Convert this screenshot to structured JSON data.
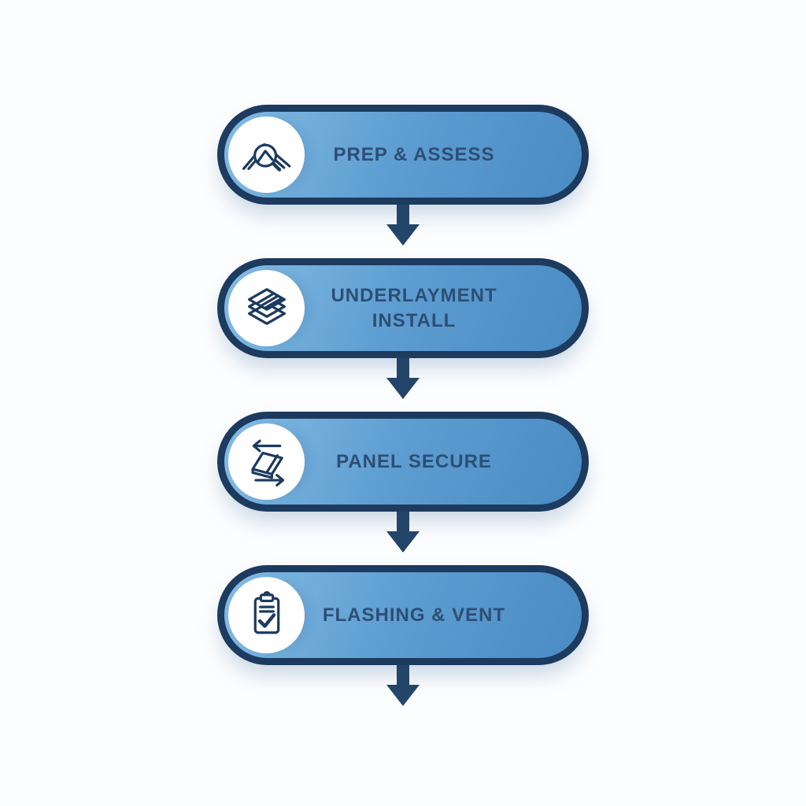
{
  "flow": {
    "steps": [
      {
        "label": "PREP & ASSESS",
        "icon": "roof-inspection-magnifier-icon"
      },
      {
        "label": "UNDERLAYMENT INSTALL",
        "icon": "underlayment-layers-icon"
      },
      {
        "label": "PANEL SECURE",
        "icon": "panel-secure-icon"
      },
      {
        "label": "FLASHING & VENT",
        "icon": "flashing-vent-checklist-icon"
      }
    ],
    "connector": "down-arrow",
    "colors": {
      "pill_border": "#1d3a5f",
      "pill_gradient_start": "#85bde5",
      "pill_gradient_end": "#4a8bc3",
      "icon_circle_bg": "#ffffff",
      "icon_stroke": "#1d3a5f",
      "label_text": "#2d4e74",
      "arrow": "#24456a",
      "page_background": "#fcfdfe"
    }
  }
}
